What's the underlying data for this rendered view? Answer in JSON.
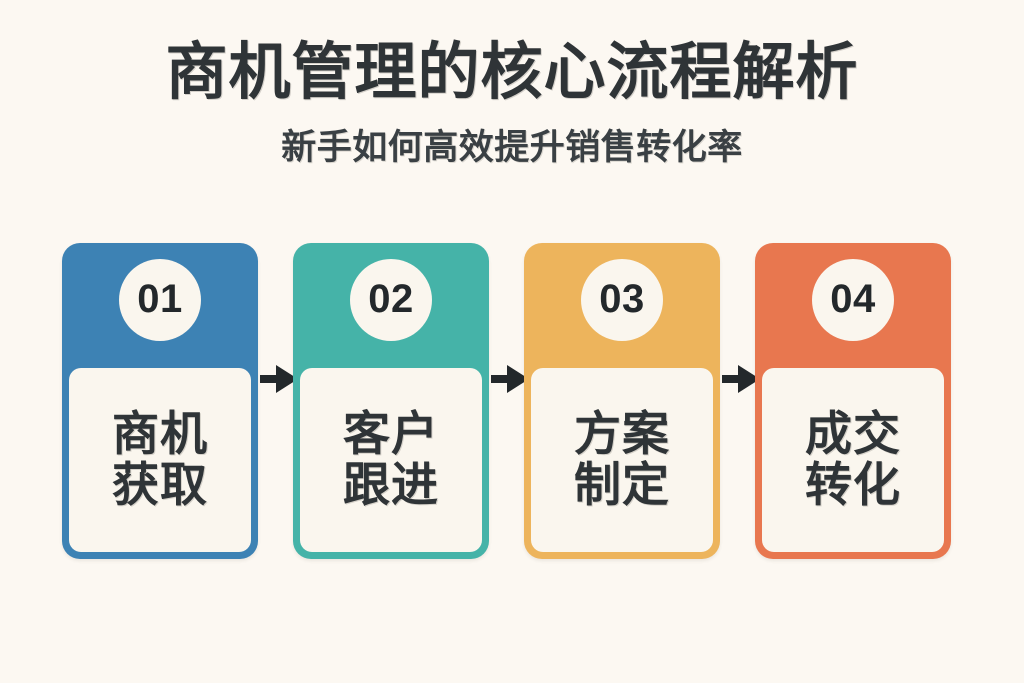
{
  "poster": {
    "background_color": "#FCF8F2",
    "title": "商机管理的核心流程解析",
    "subtitle": "新手如何高效提升销售转化率",
    "title_color": "#2F3437"
  },
  "flow": {
    "arrow_icon_color": "#23282B",
    "steps": [
      {
        "number": "01",
        "label": "商机\n获取",
        "color": "#3D82B4",
        "panel_color": "#FAF6EE"
      },
      {
        "number": "02",
        "label": "客户\n跟进",
        "color": "#45B3A8",
        "panel_color": "#FAF6EE"
      },
      {
        "number": "03",
        "label": "方案\n制定",
        "color": "#EDB45C",
        "panel_color": "#FAF6EE"
      },
      {
        "number": "04",
        "label": "成交\n转化",
        "color": "#E8774F",
        "panel_color": "#FAF6EE"
      }
    ]
  }
}
